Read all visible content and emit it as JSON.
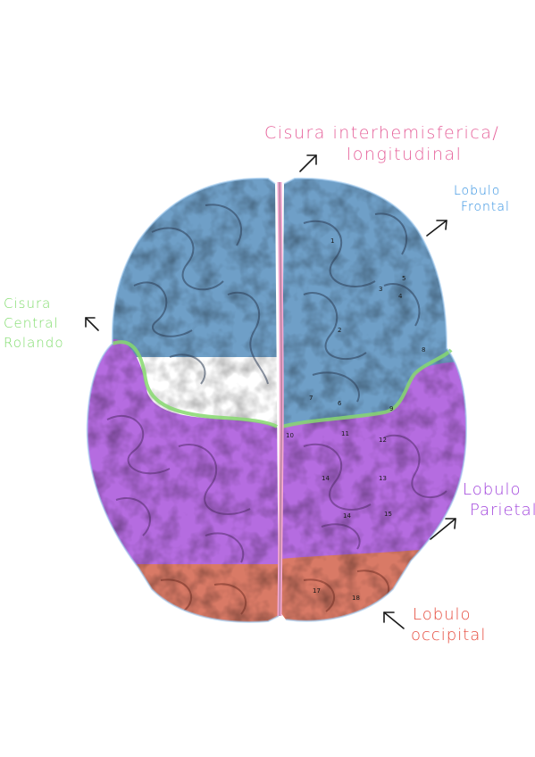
{
  "labels": {
    "fissure": {
      "line1": "Cisura interhemisferica/",
      "line2": "longitudinal",
      "color": "#e6619a"
    },
    "frontal": {
      "line1": "Lobulo",
      "line2": "Frontal",
      "color": "#2c8de0"
    },
    "central": {
      "line1": "Cisura",
      "line2": "Central",
      "line3": "Rolando",
      "color": "#7fdc6b"
    },
    "parietal": {
      "line1": "Lobulo",
      "line2": "Parietal",
      "color": "#a042dc"
    },
    "occipital": {
      "line1": "Lobulo",
      "line2": "occipital",
      "color": "#e64b3d"
    }
  },
  "gyrus_numbers": [
    "1",
    "2",
    "3",
    "4",
    "5",
    "6",
    "7",
    "8",
    "9",
    "10",
    "11",
    "12",
    "13",
    "14",
    "14",
    "15",
    "17",
    "18"
  ],
  "colors": {
    "frontal_fill": "#6f9fc7",
    "parietal_fill": "#b56ce0",
    "occipital_fill": "#d97a66",
    "central_sulcus": "#86d86f",
    "fissure": "#f2a6cf",
    "arrow": "#1a1a1a"
  },
  "icons": [
    "arrow-icon"
  ]
}
